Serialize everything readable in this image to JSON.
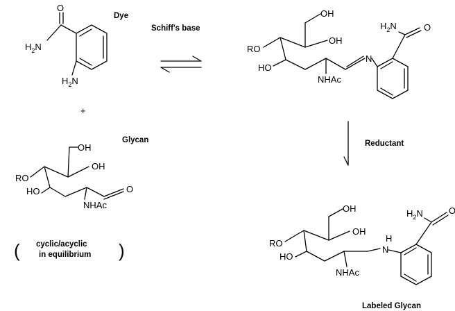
{
  "labels": {
    "dye": "Dye",
    "schiffs_base": "Schiff's base",
    "glycan": "Glycan",
    "reductant": "Reductant",
    "labeled_glycan": "Labeled Glycan",
    "plus": "+",
    "equilibrium_line1": "cyclic/acyclic",
    "equilibrium_line2": "in equilibrium",
    "paren_open": "(",
    "paren_close": ")"
  },
  "atoms": {
    "dye": {
      "oxygen": "O",
      "amide_n": "H2N",
      "amine": "H2N"
    },
    "glycan": {
      "oh_top": "OH",
      "oh_right": "OH",
      "ro": "RO",
      "ho": "HO",
      "nhac": "NHAc",
      "aldehyde_o": "O"
    },
    "schiff": {
      "oh_top": "OH",
      "oh_right": "OH",
      "ro": "RO",
      "ho": "HO",
      "nhac": "NHAc",
      "imine_n": "N",
      "amide_n": "H2N",
      "oxygen": "O"
    },
    "labeled": {
      "oh_top": "OH",
      "oh_right": "OH",
      "ro": "RO",
      "ho": "HO",
      "nhac": "NHAc",
      "amine_h": "H",
      "amine_n": "N",
      "amide_n": "H2N",
      "oxygen": "O"
    }
  }
}
